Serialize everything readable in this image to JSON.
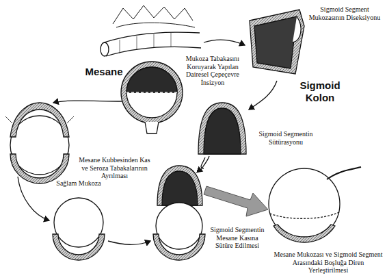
{
  "diagram": {
    "labels": [
      "Sigmoid Segment Mukozasının Diseksiyonu",
      "Mesane",
      "Mukoza Tabakasını Koruyarak Yapılan Dairesel Çepeçevre İnsizyon",
      "Sigmoid Kolon",
      "Sigmoid Segmentin Sütürasyonu",
      "Mesane Kubbesinden Kas ve Seroza Tabakalarının Ayrılması",
      "Sağlam Mukoza",
      "Sigmoid Segmentin Mesane Kasına Sütüre Edilmesi",
      "Mesane Mukozası ve Sigmoid Segment Arasındaki Boşluğa Diren Yerleştirilmesi"
    ]
  }
}
